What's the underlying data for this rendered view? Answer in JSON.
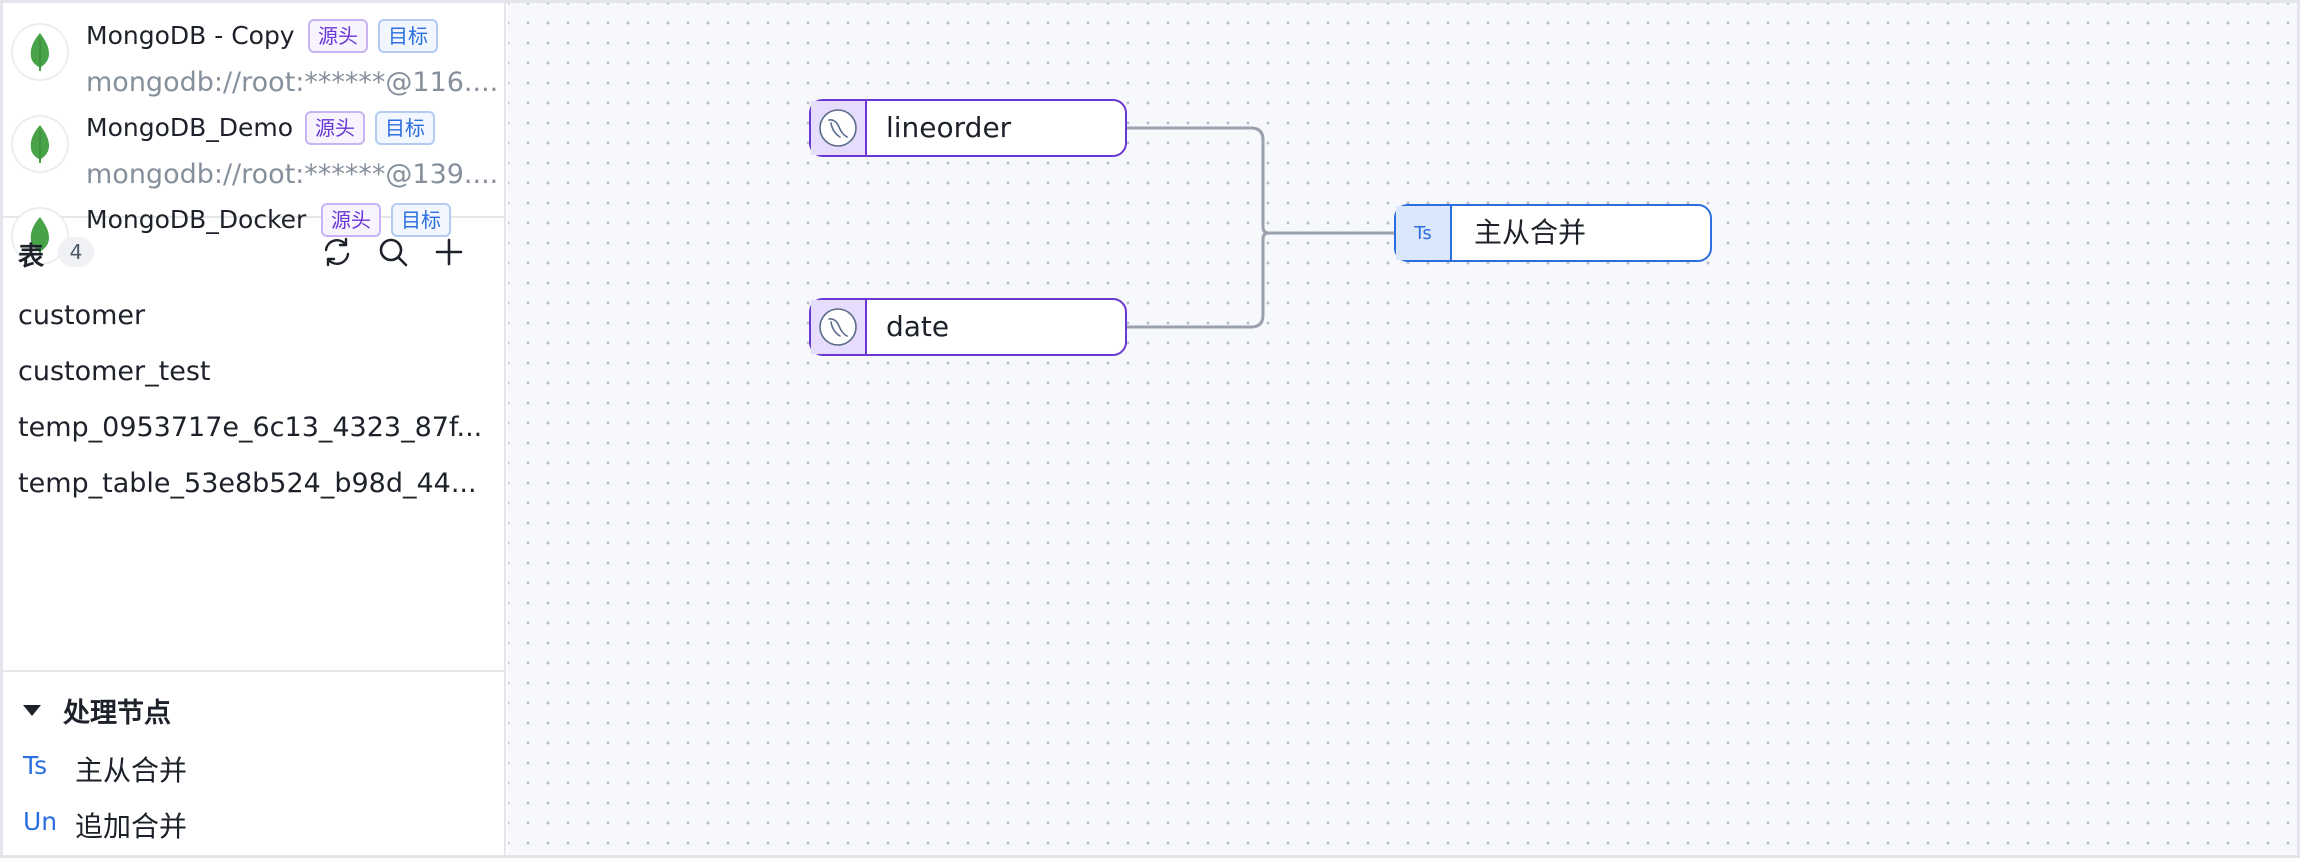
{
  "connections": [
    {
      "name": "MongoDB - Copy",
      "source_tag": "源头",
      "target_tag": "目标",
      "uri": "mongodb://root:******@116...."
    },
    {
      "name": "MongoDB_Demo",
      "source_tag": "源头",
      "target_tag": "目标",
      "uri": "mongodb://root:******@139...."
    },
    {
      "name": "MongoDB_Docker",
      "source_tag": "源头",
      "target_tag": "目标",
      "uri": ""
    }
  ],
  "tables": {
    "title": "表",
    "count": "4",
    "items": [
      "customer",
      "customer_test",
      "temp_0953717e_6c13_4323_87f...",
      "temp_table_53e8b524_b98d_44..."
    ]
  },
  "processing": {
    "title": "处理节点",
    "items": [
      {
        "abbr": "Ts",
        "label": "主从合并"
      },
      {
        "abbr": "Un",
        "label": "追加合并"
      }
    ]
  },
  "canvas": {
    "nodes": {
      "lineorder": {
        "label": "lineorder",
        "icon": "mysql-dolphin-icon"
      },
      "date": {
        "label": "date",
        "icon": "mysql-dolphin-icon"
      },
      "merge": {
        "label": "主从合并",
        "abbr": "Ts"
      }
    }
  },
  "colors": {
    "source_node_border": "#6a36d4",
    "process_node_border": "#2c6ede",
    "edge": "#9aa0ac"
  }
}
